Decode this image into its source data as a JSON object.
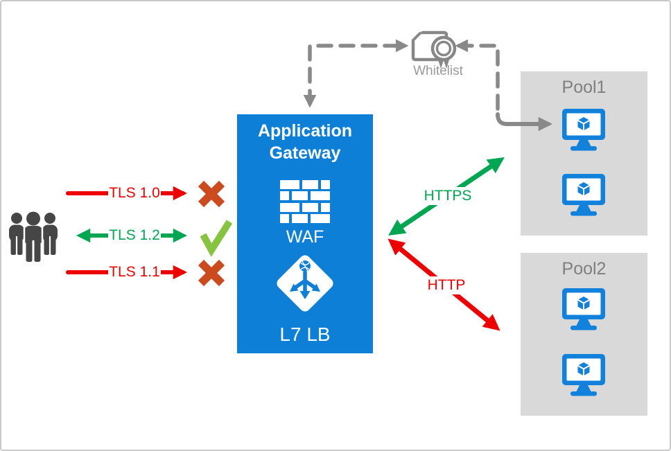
{
  "gateway": {
    "title": "Application Gateway",
    "waf_label": "WAF",
    "lb_label": "L7 LB"
  },
  "whitelist": {
    "label": "Whitelist"
  },
  "pools": [
    {
      "name": "Pool1",
      "vm_count": 2
    },
    {
      "name": "Pool2",
      "vm_count": 2
    }
  ],
  "tls_flows": [
    {
      "label": "TLS 1.0",
      "status": "blocked"
    },
    {
      "label": "TLS 1.2",
      "status": "allowed"
    },
    {
      "label": "TLS 1.1",
      "status": "blocked"
    }
  ],
  "backend_flows": [
    {
      "label": "HTTPS",
      "status": "allowed",
      "target": "Pool1"
    },
    {
      "label": "HTTP",
      "status": "blocked",
      "target": "Pool2"
    }
  ],
  "icons": {
    "users": "three-person-silhouette",
    "waf": "brick-wall",
    "load_balancer": "diamond-with-globe-and-arrows",
    "vm": "monitor-with-cube",
    "whitelist": "certificate-with-seal",
    "blocked": "cross-mark",
    "allowed": "check-mark"
  },
  "colors": {
    "azure_blue": "#0e7fd6",
    "vm_blue": "#1181dc",
    "arrow_red": "#ee0000",
    "arrow_green": "#00a651",
    "check_green": "#86c440",
    "cross_orange_red": "#cb4a1e",
    "connector_gray": "#898989",
    "pool_background": "#d9d9d9",
    "pool_label_gray": "#7f7f7f",
    "whitelist_gray": "#9a9a9a"
  }
}
